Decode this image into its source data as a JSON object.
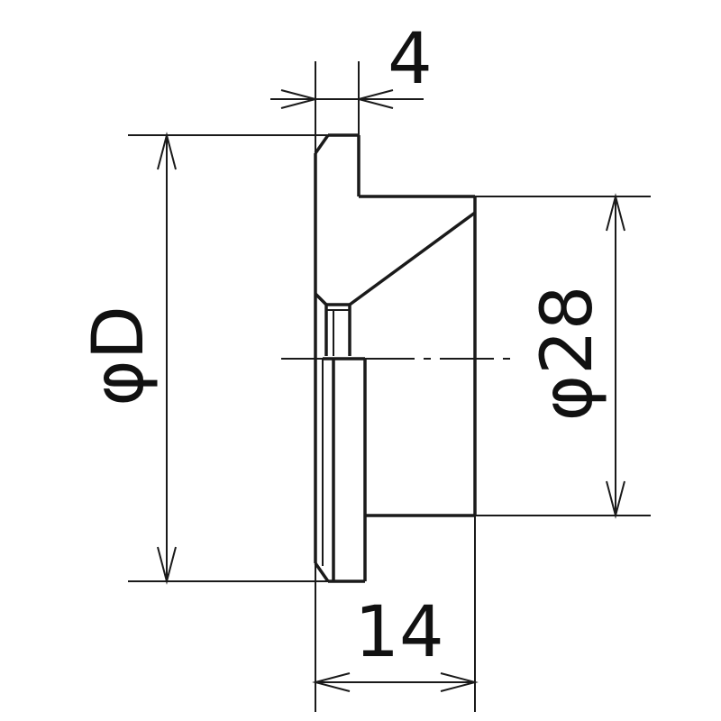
{
  "drawing": {
    "dimensions": {
      "flange_thickness": "4",
      "overall_length": "14",
      "outer_diameter": "φD",
      "tube_diameter": "φ28"
    }
  }
}
